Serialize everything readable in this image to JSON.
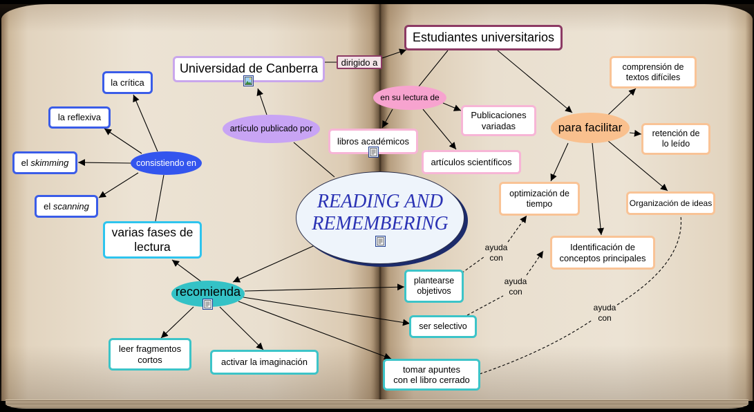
{
  "concepts": {
    "reading_and_remembering": {
      "lines": [
        "READING AND",
        "REMEMBERING"
      ]
    },
    "estudiantes_universitarios": {
      "lines": [
        "Estudiantes universitarios"
      ]
    },
    "universidad_de_canberra": {
      "lines": [
        "Universidad de Canberra"
      ]
    },
    "libros_academicos": {
      "lines": [
        "libros académicos"
      ]
    },
    "publicaciones_variadas": {
      "lines": [
        "Publicaciones",
        "variadas"
      ]
    },
    "articulos_cientificos": {
      "lines": [
        "artículos scientíficos"
      ]
    },
    "comprension": {
      "lines": [
        "comprensión de",
        "textos difíciles"
      ]
    },
    "retencion": {
      "lines": [
        "retención de",
        "lo leído"
      ]
    },
    "optimizacion": {
      "lines": [
        "optimización de",
        "tiempo"
      ]
    },
    "organizacion": {
      "lines": [
        "Organización de ideas"
      ]
    },
    "identificacion": {
      "lines": [
        "Identificación de",
        "conceptos principales"
      ]
    },
    "varias_fases": {
      "lines": [
        "varias fases de",
        "lectura"
      ]
    },
    "la_critica": {
      "lines": [
        "la crítica"
      ]
    },
    "la_reflexiva": {
      "lines": [
        "la reflexiva"
      ]
    },
    "el_skimming": {
      "prefix": "el",
      "term": "skimming"
    },
    "el_scanning": {
      "prefix": "el",
      "term": "scanning"
    },
    "plantearse_objetivos": {
      "lines": [
        "plantearse",
        "objetivos"
      ]
    },
    "ser_selectivo": {
      "lines": [
        "ser selectivo"
      ]
    },
    "leer_fragmentos": {
      "lines": [
        "leer fragmentos",
        "cortos"
      ]
    },
    "activar_imaginacion": {
      "lines": [
        "activar la imaginación"
      ]
    },
    "tomar_apuntes": {
      "lines": [
        "tomar apuntes",
        "con el libro cerrado"
      ]
    }
  },
  "linking_phrases": {
    "dirigido_a": "dirigido a",
    "articulo_publicado_por": "artículo publicado por",
    "en_su_lectura_de": "en su lectura de",
    "para_facilitar": "para facilitar",
    "consistiendo_en": "consistiendo en",
    "recomienda": "recomienda",
    "ayuda_con_1": [
      "ayuda",
      "con"
    ],
    "ayuda_con_2": [
      "ayuda",
      "con"
    ],
    "ayuda_con_3": [
      "ayuda",
      "con"
    ]
  },
  "icons": {
    "universidad_resource": "image-resource-icon",
    "libros_resource": "document-resource-icon",
    "reading_resource": "document-resource-icon",
    "recomienda_resource": "document-resource-icon"
  },
  "colors": {
    "maroon_border": "#8c3a64",
    "lavender_border": "#c9a6ec",
    "purple_fill": "#c8a4f4",
    "pink_fill": "#f7a3cf",
    "pink_border": "#f7b5d6",
    "orange_fill": "#f9c08e",
    "orange_border": "#f9c396",
    "blue_fill": "#3355ee",
    "blue_border": "#3a5ce8",
    "cyan_border": "#2ec4ee",
    "teal_fill": "#34c2c6",
    "teal_border": "#3cc4c8",
    "title_text": "#2a32b4",
    "reading_fill": "#eef4fb",
    "reading_shadow": "#1c2b6b"
  }
}
